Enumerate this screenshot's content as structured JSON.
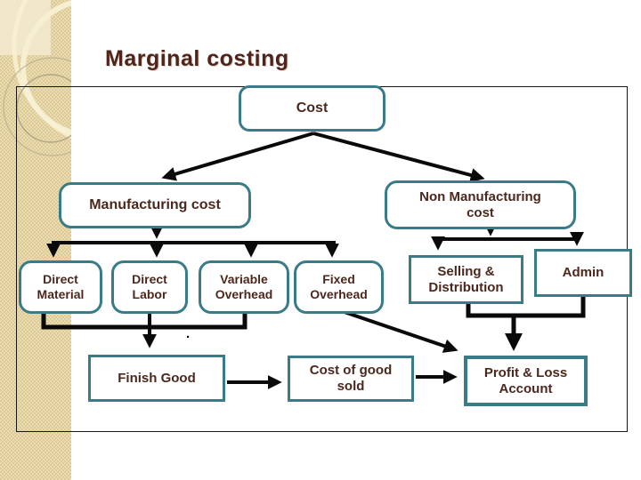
{
  "slide": {
    "title": "Marginal costing",
    "stray_dot": ".",
    "nodes": {
      "cost": "Cost",
      "manufacturing": "Manufacturing cost",
      "non_manufacturing": "Non Manufacturing cost",
      "direct_material": "Direct Material",
      "direct_labor": "Direct Labor",
      "variable_overhead": "Variable Overhead",
      "fixed_overhead": "Fixed Overhead",
      "selling_distribution": "Selling & Distribution",
      "admin": "Admin",
      "finish_good": "Finish Good",
      "cost_of_good_sold": "Cost of good sold",
      "profit_loss": "Profit & Loss Account"
    },
    "colors": {
      "box_border": "#3a7b88",
      "box_text": "#4b281d",
      "title_text": "#4f241c",
      "arrow": "#0a0a0a",
      "stripe_base": "#eadbb0",
      "stripe_checker": "#ddcb97",
      "frame_border": "#161616"
    }
  }
}
